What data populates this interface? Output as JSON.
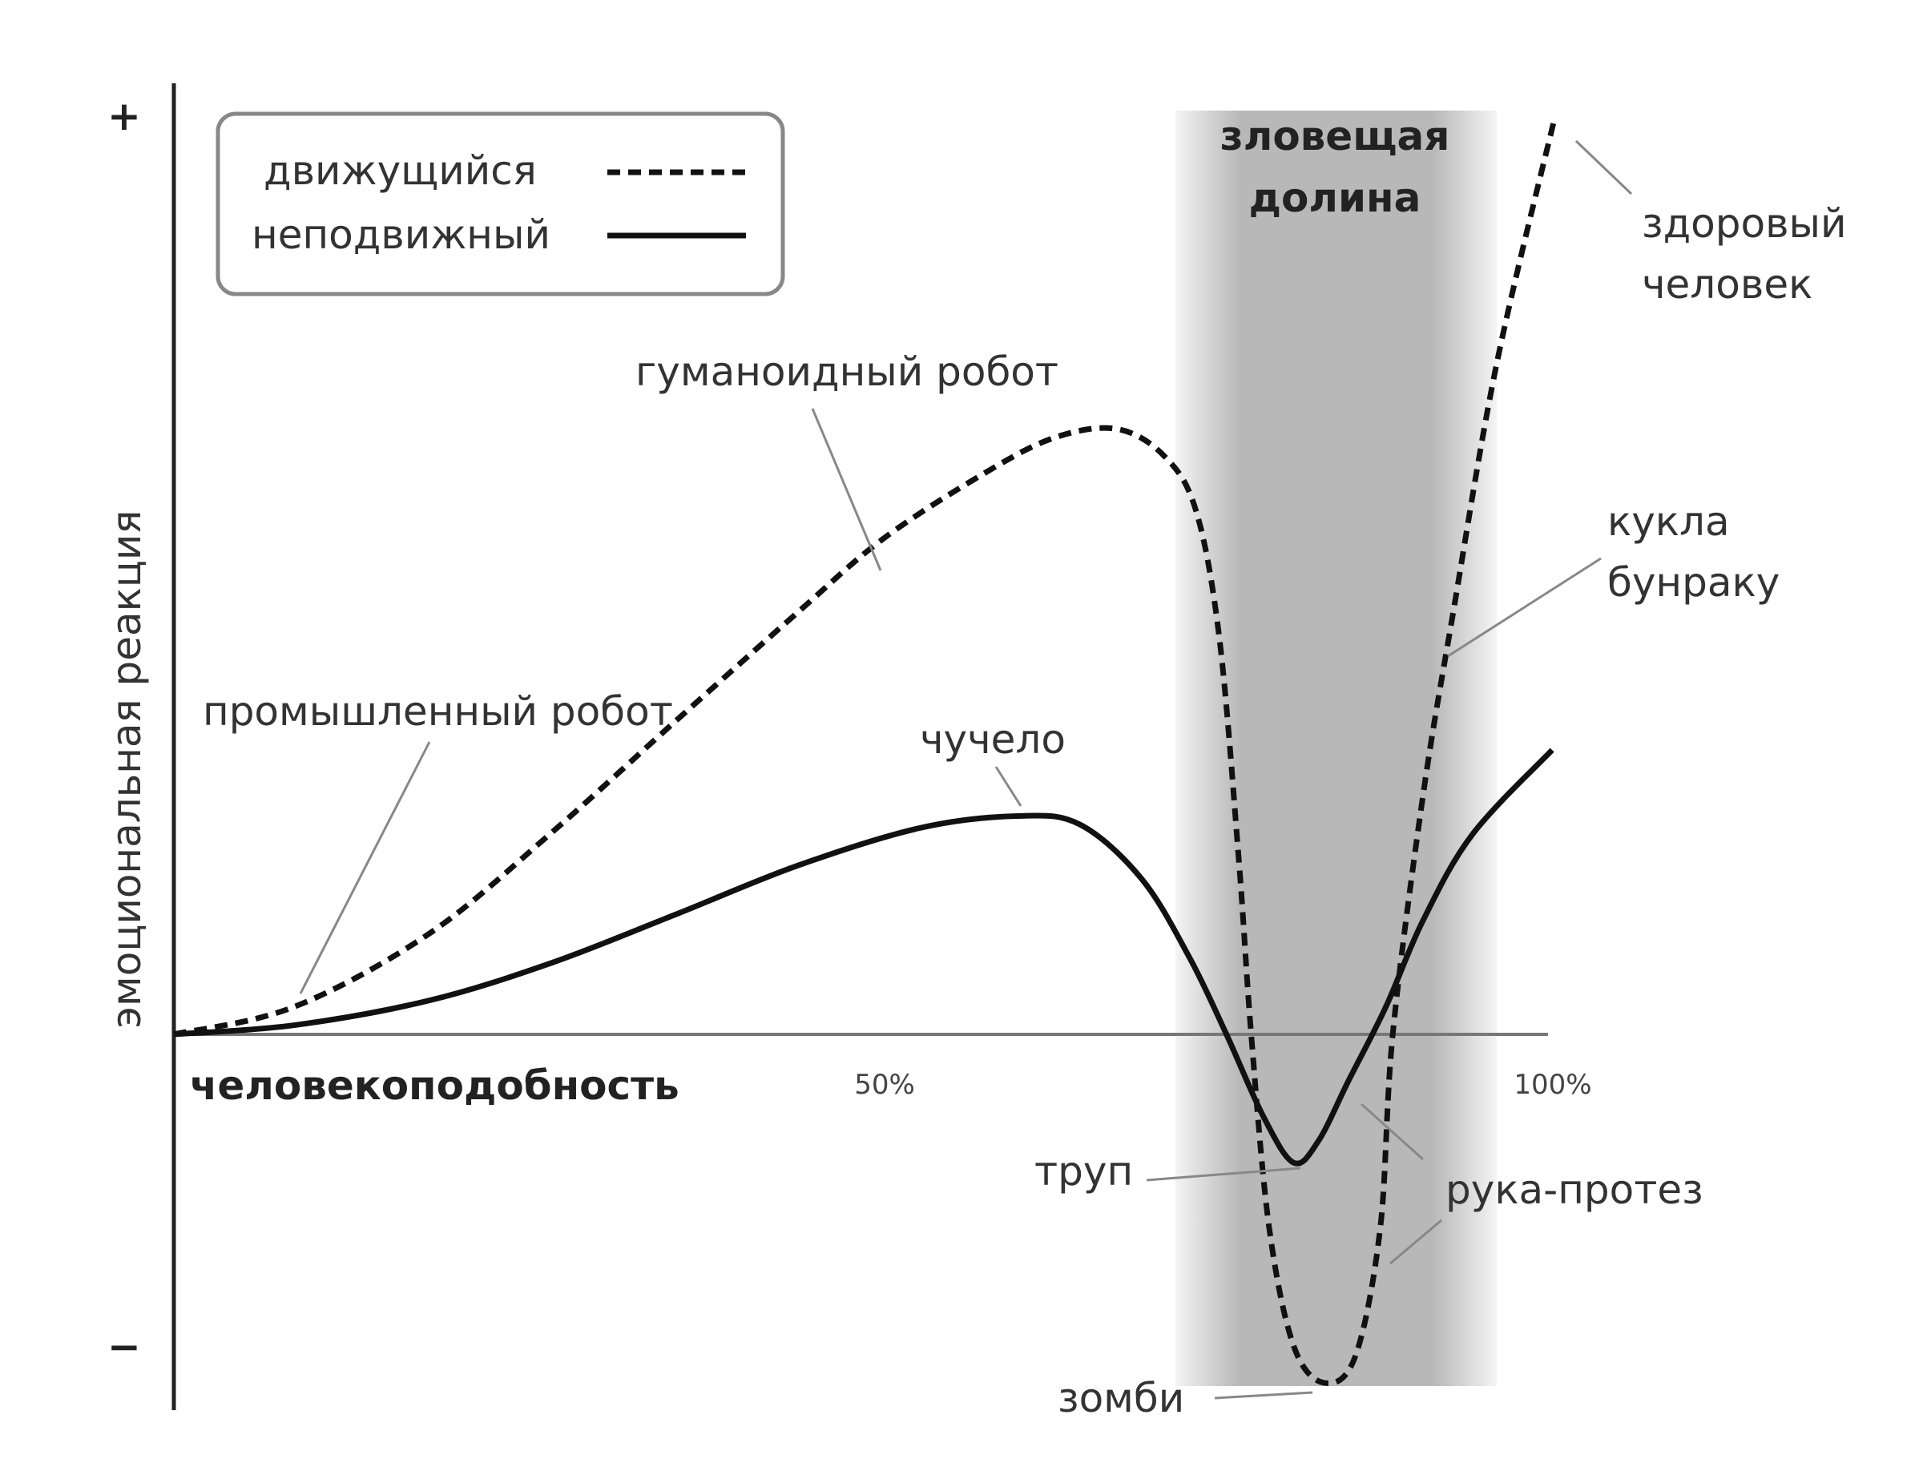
{
  "chart_data": {
    "type": "line",
    "title": "",
    "xlabel": "человекоподобность",
    "ylabel": "эмоциональная реакция",
    "xlim": [
      0,
      100
    ],
    "ylim": [
      -38,
      100
    ],
    "x_ticks": [
      "50%",
      "100%"
    ],
    "y_ticks": {
      "plus": "+",
      "minus": "−"
    },
    "grid": false,
    "legend": {
      "position": "top-left",
      "entries": [
        {
          "name": "движущийся",
          "style": "dashed"
        },
        {
          "name": "неподвижный",
          "style": "solid"
        }
      ]
    },
    "region": {
      "label_line1": "зловещая",
      "label_line2": "долина",
      "x_range": [
        73,
        96
      ],
      "color": "#b3b3b3"
    },
    "series": [
      {
        "name": "движущийся",
        "style": "dashed",
        "points": [
          [
            0,
            0
          ],
          [
            8.75,
            3
          ],
          [
            18.6,
            11
          ],
          [
            27.5,
            22
          ],
          [
            36.4,
            34
          ],
          [
            45.4,
            46
          ],
          [
            51.6,
            54
          ],
          [
            58.8,
            61
          ],
          [
            64,
            65
          ],
          [
            68.6,
            66
          ],
          [
            72.1,
            63
          ],
          [
            74.4,
            57
          ],
          [
            76.1,
            43
          ],
          [
            77.5,
            19
          ],
          [
            78.4,
            0
          ],
          [
            79.7,
            -21
          ],
          [
            81.5,
            -34
          ],
          [
            83.75,
            -38
          ],
          [
            86,
            -35
          ],
          [
            87.8,
            -21
          ],
          [
            88.7,
            0
          ],
          [
            90.9,
            26
          ],
          [
            93.1,
            46
          ],
          [
            96.25,
            73
          ],
          [
            100.5,
            100
          ]
        ]
      },
      {
        "name": "неподвижный",
        "style": "solid",
        "points": [
          [
            0,
            0
          ],
          [
            8.75,
            1
          ],
          [
            18.6,
            3.7
          ],
          [
            27.5,
            7.8
          ],
          [
            36.4,
            13
          ],
          [
            45.4,
            18.4
          ],
          [
            54.3,
            22.5
          ],
          [
            61.4,
            23.8
          ],
          [
            65.9,
            22.9
          ],
          [
            70.4,
            17
          ],
          [
            73.9,
            8.4
          ],
          [
            76.6,
            0
          ],
          [
            79.3,
            -9
          ],
          [
            81.5,
            -14
          ],
          [
            83.3,
            -11.6
          ],
          [
            85.5,
            -5
          ],
          [
            88.2,
            3
          ],
          [
            90.9,
            12.4
          ],
          [
            94.5,
            21.8
          ],
          [
            100.3,
            31
          ]
        ]
      }
    ],
    "annotations": {
      "healthy_1": "здоровый",
      "healthy_2": "человек",
      "humanoid": "гуманоидный робот",
      "bunraku_1": "кукла",
      "bunraku_2": "бунраку",
      "industrial": "промышленный робот",
      "stuffed": "чучело",
      "corpse": "труп",
      "prosthetic": "рука-протез",
      "zombie": "зомби"
    }
  }
}
